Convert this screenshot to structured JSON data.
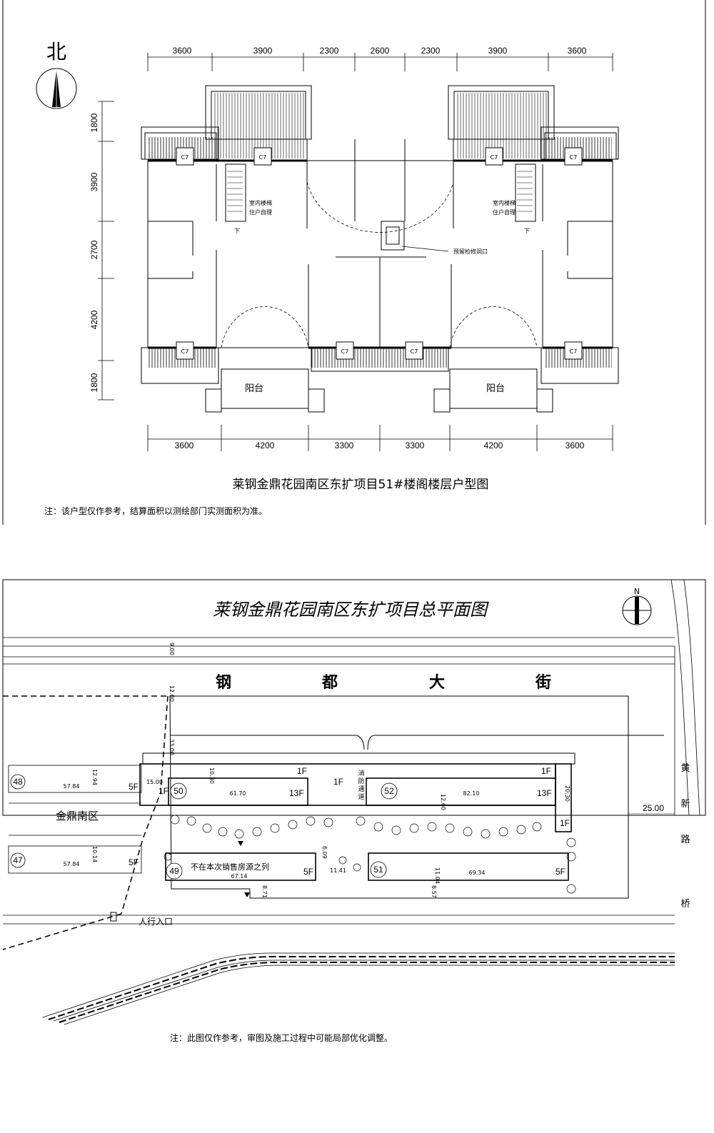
{
  "floor_plan": {
    "north_label": "北",
    "top_dims": [
      "3600",
      "3900",
      "2300",
      "2600",
      "2300",
      "3900",
      "3600"
    ],
    "bottom_dims": [
      "3600",
      "4200",
      "3300",
      "3300",
      "4200",
      "3600"
    ],
    "left_dims": [
      "1800",
      "3900",
      "2700",
      "4200",
      "1800"
    ],
    "window_tag": "C7",
    "stair_note_line1": "室内楼梯",
    "stair_note_line2": "住户自理",
    "stair_down": "下",
    "hatch_note": "预留检修洞口",
    "balcony": "阳台",
    "title": "莱钢金鼎花园南区东扩项目51#楼阁楼层户型图",
    "note": "注：该户型仅作参考，结算面积以测绘部门实测面积为准。"
  },
  "site_plan": {
    "title": "莱钢金鼎花园南区东扩项目总平面图",
    "north_label": "N",
    "street_chars": [
      "钢",
      "都",
      "大",
      "街"
    ],
    "road_chars": [
      "黄",
      "新",
      "路",
      "桥"
    ],
    "road_width": "25.00",
    "district": "金鼎南区",
    "entrance": "人行入口",
    "fire_lane": [
      "消",
      "防",
      "通",
      "道"
    ],
    "not_for_sale": "不在本次销售房源之列",
    "buildings": [
      {
        "no": "48",
        "floors": "5F",
        "length": "57.84"
      },
      {
        "no": "47",
        "floors": "5F",
        "length": "57.84"
      },
      {
        "no": "50",
        "floors": "13F",
        "length": "61.70"
      },
      {
        "no": "52",
        "floors": "13F",
        "length": "82.10"
      },
      {
        "no": "49",
        "floors": "5F",
        "length": "67.14"
      },
      {
        "no": "51",
        "floors": "5F",
        "length": "69.34"
      }
    ],
    "labels_1f": "1F",
    "dim_misc": [
      "15.00",
      "12.60",
      "10.30",
      "11.04",
      "8.71",
      "8.57",
      "6.09",
      "20.30",
      "9.00",
      "12.00",
      "33.00",
      "11.41",
      "10.14",
      "12.94"
    ],
    "note": "注：此图仅作参考，审图及施工过程中可能局部优化调整。"
  }
}
